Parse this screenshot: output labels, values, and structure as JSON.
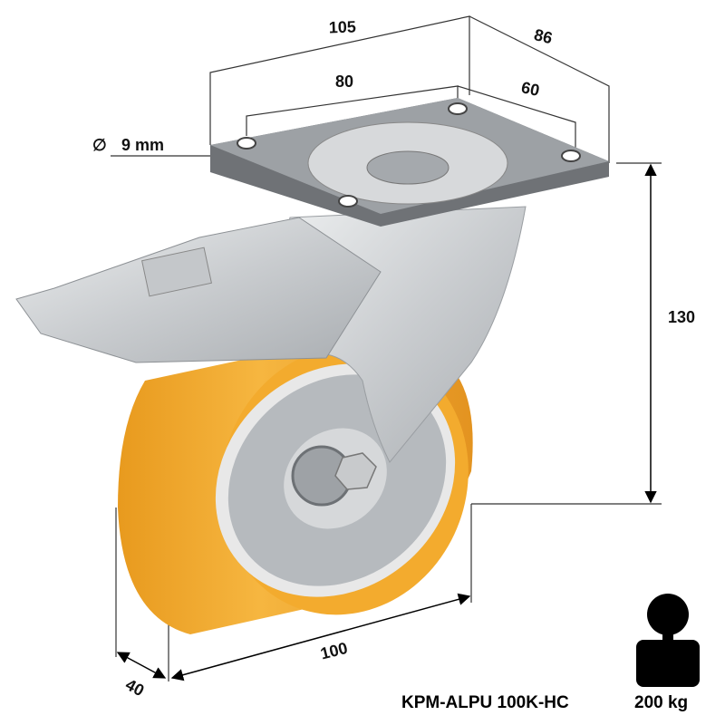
{
  "dimensions": {
    "plate_length": "105",
    "plate_width": "86",
    "hole_spacing_length": "80",
    "hole_spacing_width": "60",
    "bolt_hole": "9 mm",
    "diameter_symbol": "∅",
    "height": "130",
    "wheel_diameter": "100",
    "wheel_width": "40"
  },
  "product": {
    "model": "KPM-ALPU 100K-HC",
    "load_capacity": "200 kg"
  },
  "colors": {
    "tread": "#f0a020",
    "rim": "#b9bcc0",
    "steel": "#d2d4d6"
  }
}
